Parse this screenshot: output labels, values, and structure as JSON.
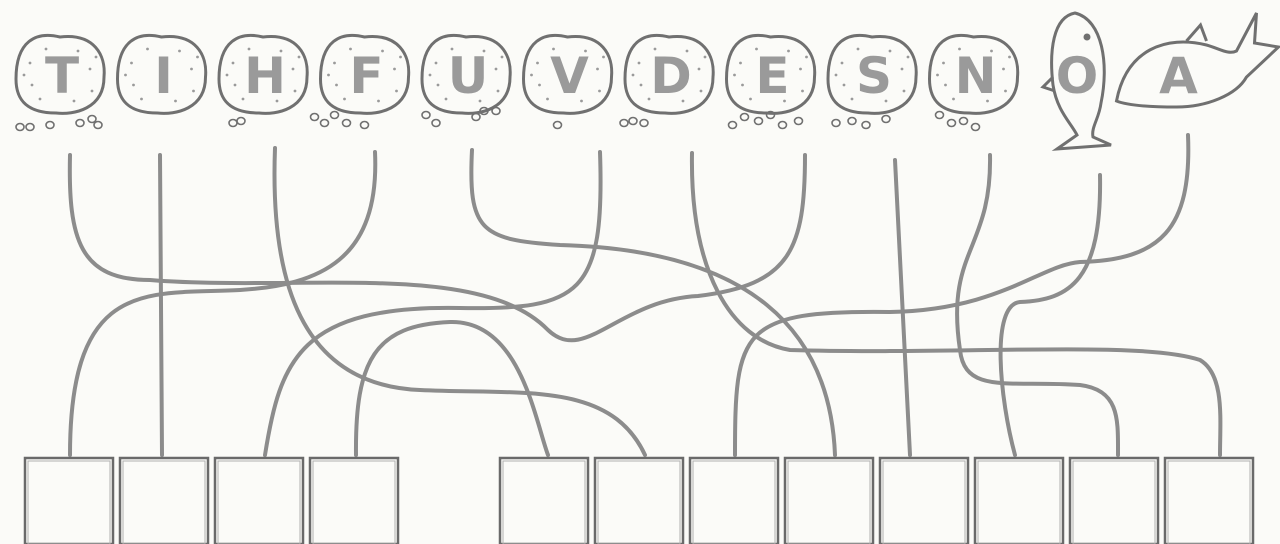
{
  "puzzle": {
    "letters": [
      "T",
      "I",
      "H",
      "F",
      "U",
      "V",
      "D",
      "E",
      "S",
      "N",
      "O",
      "A"
    ],
    "shape_icons": [
      "stone-icon",
      "stone-icon",
      "stone-icon",
      "stone-icon",
      "stone-icon",
      "stone-icon",
      "stone-icon",
      "stone-icon",
      "stone-icon",
      "stone-icon",
      "fish-icon",
      "fish-icon"
    ],
    "answer_box_groups": [
      4,
      8
    ],
    "line_color": "#8c8c8c",
    "letter_color": "#9a9a9a",
    "outline_color": "#707070"
  }
}
